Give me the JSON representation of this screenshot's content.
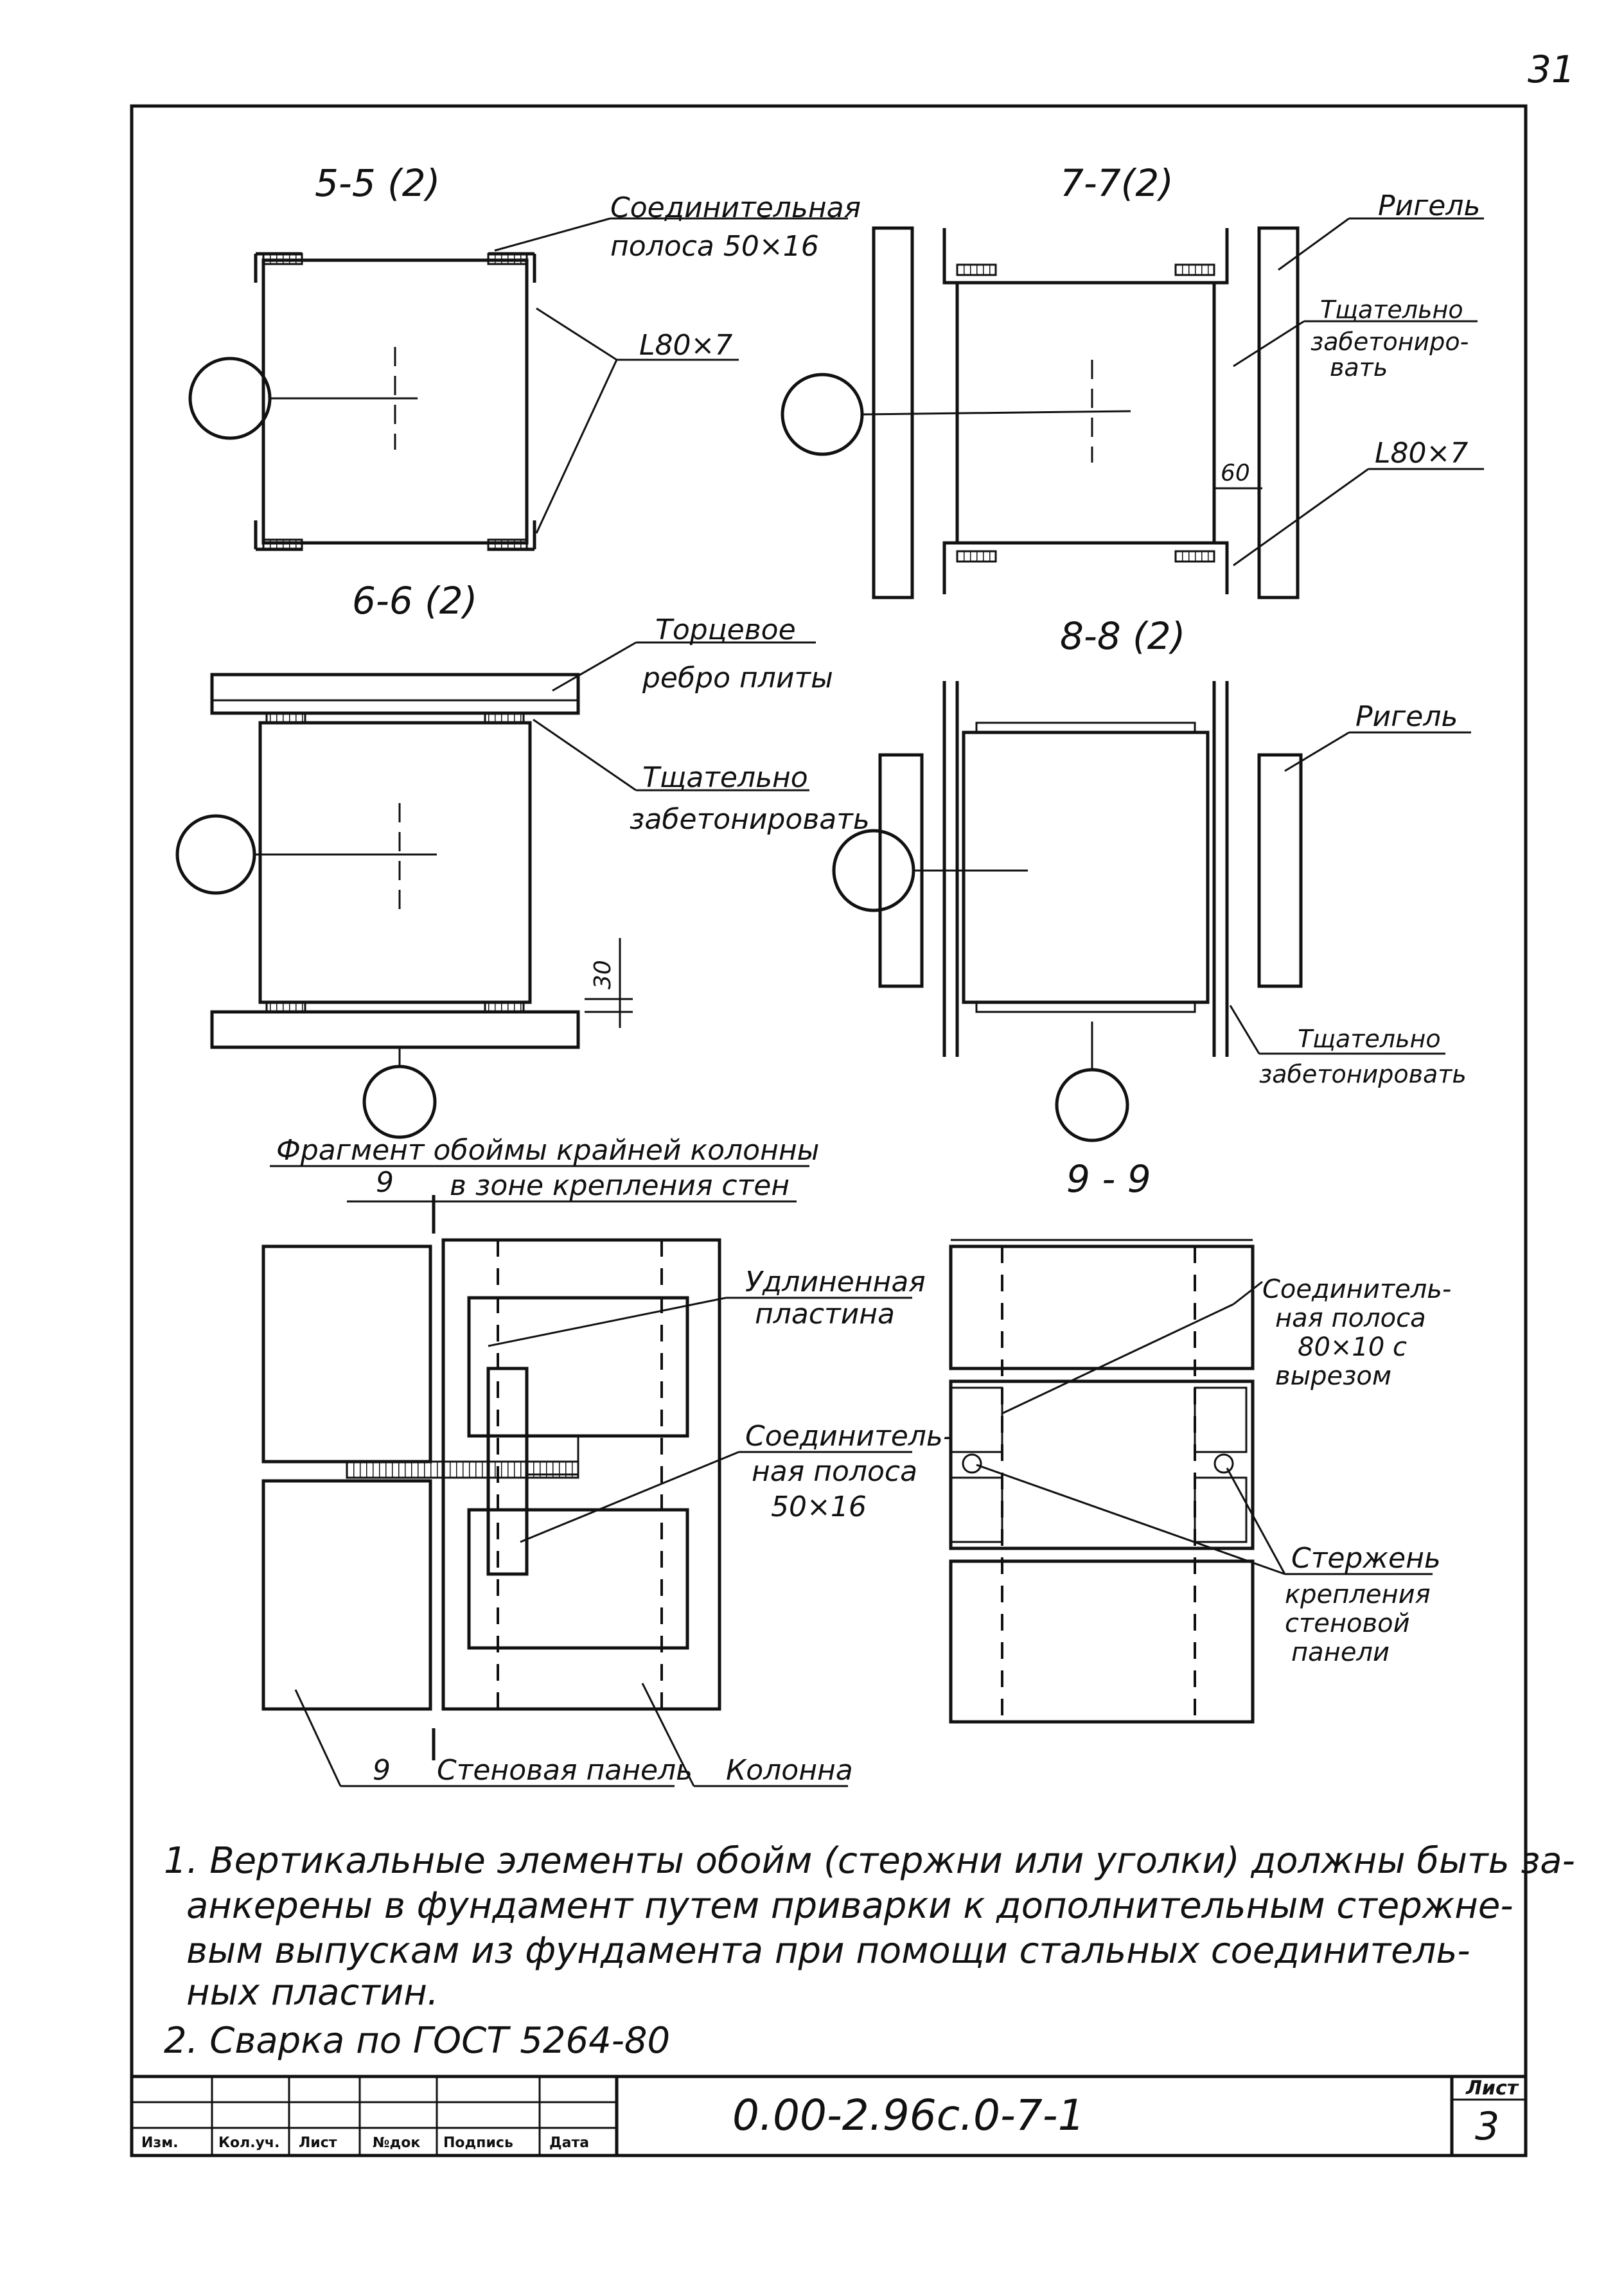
{
  "page_number": "31",
  "sections": {
    "s55": {
      "title": "5-5 (2)",
      "strip_label_1": "Соединительная",
      "strip_label_2": "полоса 50×16",
      "angle_label": "L80×7"
    },
    "s77": {
      "title": "7-7(2)",
      "riegel": "Ригель",
      "concrete_1": "Тщательно",
      "concrete_2": "забетониро-",
      "concrete_3": "вать",
      "angle_label": "L80×7",
      "dim_60": "60"
    },
    "s66": {
      "title": "6-6 (2)",
      "rib_1": "Торцевое",
      "rib_2": "ребро плиты",
      "concrete_1": "Тщательно",
      "concrete_2": "забетонировать",
      "dim_30": "30"
    },
    "s88": {
      "title": "8-8 (2)",
      "riegel": "Ригель",
      "concrete_1": "Тщательно",
      "concrete_2": "забетонировать"
    },
    "fragment": {
      "title_1": "Фрагмент обоймы крайней колонны",
      "title_2": "в зоне крепления стен",
      "cut_9_top": "9",
      "cut_9_bottom": "9",
      "plate_1": "Удлиненная",
      "plate_2": "пластина",
      "strip_1": "Соединитель-",
      "strip_2": "ная полоса",
      "strip_3": "50×16",
      "wall_panel": "Стеновая панель",
      "column": "Колонна"
    },
    "s99": {
      "title": "9 - 9",
      "strip_1": "Соединитель-",
      "strip_2": "ная полоса",
      "strip_3": "80×10 с",
      "strip_4": "вырезом",
      "rod_1": "Стержень",
      "rod_2": "крепления",
      "rod_3": "стеновой",
      "rod_4": "панели"
    }
  },
  "notes": [
    "1. Вертикальные элементы обойм (стержни или уголки) должны быть за-",
    "анкерены в фундамент путем приварки к дополнительным стержне-",
    "вым выпускам из фундамента при помощи стальных соединитель-",
    "ных пластин.",
    "2. Сварка по ГОСТ 5264-80"
  ],
  "title_block": {
    "columns": [
      "Изм.",
      "Кол.уч.",
      "Лист",
      "№док",
      "Подпись",
      "Дата"
    ],
    "designation": "0.00-2.96с.0-7-1",
    "sheet_label": "Лист",
    "sheet_number": "3"
  }
}
